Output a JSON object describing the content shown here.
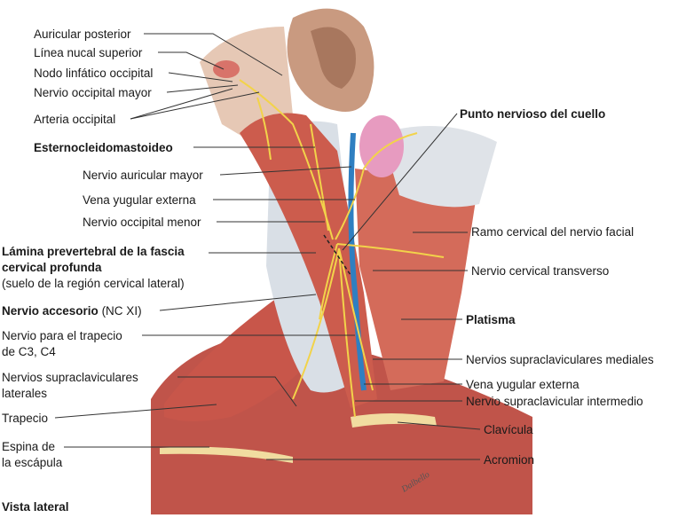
{
  "labels_left": [
    {
      "id": "auricular-posterior",
      "text": "Auricular posterior",
      "bold": false
    },
    {
      "id": "linea-nucal-superior",
      "text": "Línea nucal superior",
      "bold": false
    },
    {
      "id": "nodo-linfatico-occipital",
      "text": "Nodo linfático occipital",
      "bold": false
    },
    {
      "id": "nervio-occipital-mayor",
      "text": "Nervio occipital mayor",
      "bold": false
    },
    {
      "id": "arteria-occipital",
      "text": "Arteria occipital",
      "bold": false
    },
    {
      "id": "esternocleidomastoideo",
      "text": "Esternocleidomastoideo",
      "bold": true
    },
    {
      "id": "nervio-auricular-mayor",
      "text": "Nervio auricular mayor",
      "bold": false
    },
    {
      "id": "vena-yugular-externa-sup",
      "text": "Vena yugular externa",
      "bold": false
    },
    {
      "id": "nervio-occipital-menor",
      "text": "Nervio occipital menor",
      "bold": false
    },
    {
      "id": "lamina-prevertebral-1",
      "text": "Lámina prevertebral de la fascia",
      "bold": true
    },
    {
      "id": "lamina-prevertebral-2",
      "text": "cervical profunda",
      "bold": true
    },
    {
      "id": "lamina-prevertebral-3",
      "text": "(suelo de la región cervical lateral)",
      "bold": false
    },
    {
      "id": "nervio-accesorio",
      "text": "Nervio accesorio",
      "bold": true
    },
    {
      "id": "nervio-accesorio-nc",
      "text": " (NC XI)",
      "bold": false
    },
    {
      "id": "nervio-trapecio-1",
      "text": "Nervio para el trapecio",
      "bold": false
    },
    {
      "id": "nervio-trapecio-2",
      "text": "de C3, C4",
      "bold": false
    },
    {
      "id": "supraclaviculares-laterales-1",
      "text": "Nervios supraclaviculares",
      "bold": false
    },
    {
      "id": "supraclaviculares-laterales-2",
      "text": "laterales",
      "bold": false
    },
    {
      "id": "trapecio",
      "text": "Trapecio",
      "bold": false
    },
    {
      "id": "espina-escapula-1",
      "text": "Espina de",
      "bold": false
    },
    {
      "id": "espina-escapula-2",
      "text": "la escápula",
      "bold": false
    },
    {
      "id": "vista-lateral",
      "text": "Vista lateral",
      "bold": true
    }
  ],
  "labels_right": [
    {
      "id": "punto-nervioso",
      "text": "Punto nervioso del cuello",
      "bold": true
    },
    {
      "id": "ramo-cervical-facial",
      "text": "Ramo cervical del nervio facial",
      "bold": false
    },
    {
      "id": "nervio-cervical-transverso",
      "text": "Nervio cervical transverso",
      "bold": false
    },
    {
      "id": "platisma",
      "text": "Platisma",
      "bold": true
    },
    {
      "id": "supraclaviculares-mediales",
      "text": "Nervios supraclaviculares mediales",
      "bold": false
    },
    {
      "id": "vena-yugular-externa-inf",
      "text": "Vena yugular externa",
      "bold": false
    },
    {
      "id": "supraclavicular-intermedio",
      "text": "Nervio supraclavicular intermedio",
      "bold": false
    },
    {
      "id": "clavicula",
      "text": "Clavícula",
      "bold": false
    },
    {
      "id": "acromion",
      "text": "Acromion",
      "bold": false
    }
  ],
  "signature": "Dalbello",
  "colors": {
    "muscle": "#c8564a",
    "muscle_light": "#e08a78",
    "muscle_dark": "#9e3a30",
    "fascia": "#d9dfe6",
    "nerve": "#f2d34a",
    "vein": "#2f7fc1",
    "gland": "#e79bc0",
    "skin_ear": "#c99a80",
    "bone": "#f1dca0"
  }
}
